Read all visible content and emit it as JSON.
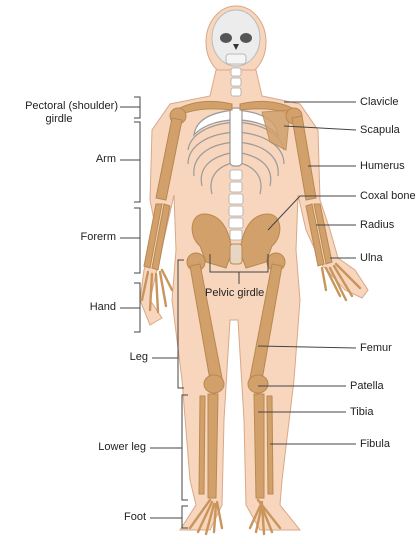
{
  "labels_left": {
    "pectoral_line1": "Pectoral (shoulder)",
    "pectoral_line2": "girdle",
    "arm": "Arm",
    "forearm": "Forerm",
    "hand": "Hand",
    "leg": "Leg",
    "lower_leg": "Lower leg",
    "foot": "Foot"
  },
  "labels_right": {
    "clavicle": "Clavicle",
    "scapula": "Scapula",
    "humerus": "Humerus",
    "coxal_bone": "Coxal bone",
    "radius": "Radius",
    "ulna": "Ulna",
    "femur": "Femur",
    "patella": "Patella",
    "tibia": "Tibia",
    "fibula": "Fibula"
  },
  "labels_center": {
    "pelvic_girdle": "Pelvic girdle"
  },
  "colors": {
    "skin": "#f7d6bd",
    "skin_outline": "#d9a887",
    "bone": "#d2a16b",
    "bone_dark": "#b98850",
    "skull": "#ececec",
    "ribcage": "#ffffff",
    "leader": "#444444"
  }
}
